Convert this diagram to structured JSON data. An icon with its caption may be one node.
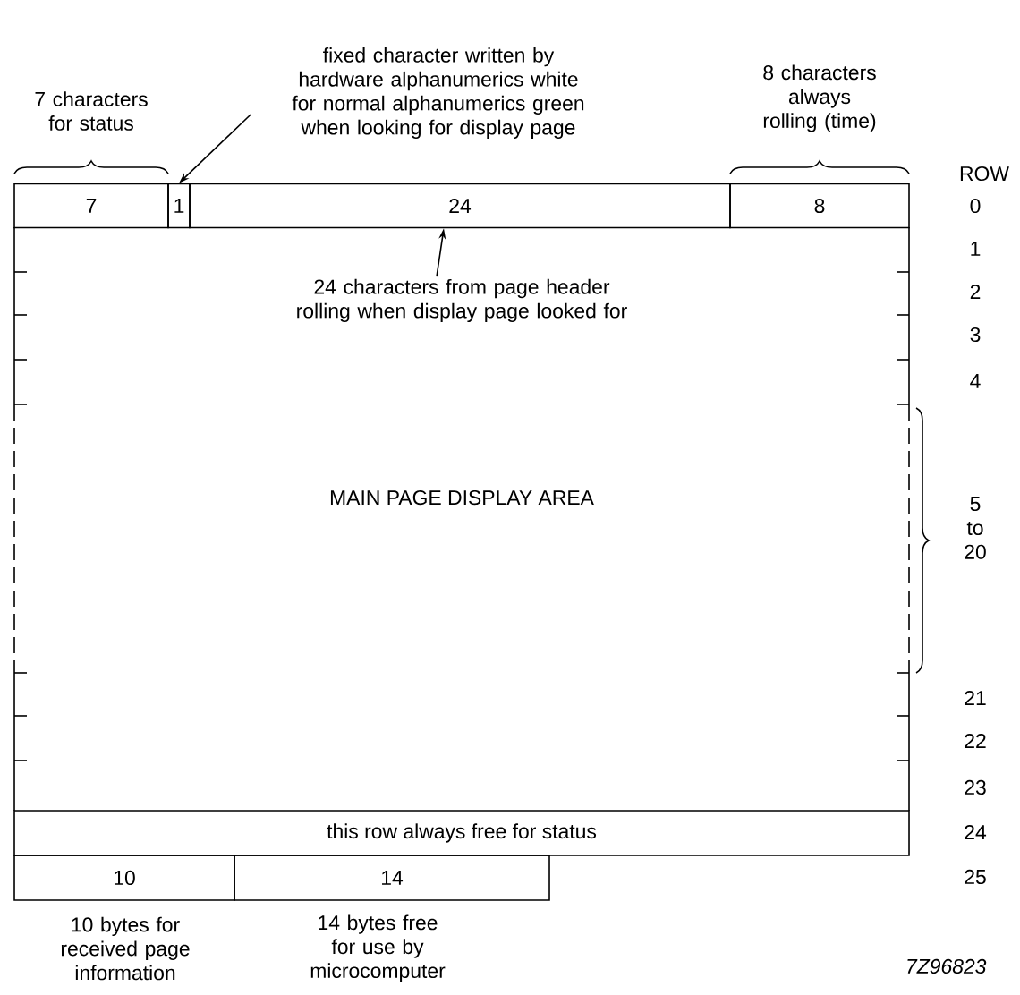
{
  "diagram": {
    "nodes": [
      {
        "text": [
          "7"
        ],
        "beside": [
          "7 characters for status"
        ]
      },
      {
        "text": [
          "1"
        ]
      },
      {
        "text": [
          "24"
        ]
      },
      {
        "text": [
          "8"
        ],
        "beside": [
          "8 characters always rolling (time)"
        ]
      },
      {
        "text": [
          "MAIN PAGE DISPLAY AREA"
        ]
      },
      {
        "text": [
          "24 characters from page header rolling when display page looked for"
        ],
        "in": 4
      },
      {
        "text": [
          "fixed character written by hardware alphanumerics white for normal alphanumerics green when looking for display page"
        ]
      },
      {
        "text": [
          "this row always free for status"
        ]
      },
      {
        "text": [
          "10"
        ],
        "beside": [
          "10 bytes for received page information"
        ]
      },
      {
        "text": [
          "14"
        ],
        "beside": [
          "14 bytes free for use by microcomputer"
        ]
      }
    ],
    "edges": [
      {
        "from": 6,
        "to": 1,
        "arrow": "to"
      },
      {
        "from": 5,
        "to": 2,
        "arrow": "to"
      }
    ],
    "labels": [
      "ROW",
      "0",
      "1",
      "2",
      "3",
      "4",
      "5 to 20",
      "21",
      "22",
      "23",
      "24",
      "25",
      "7Z96823"
    ]
  }
}
